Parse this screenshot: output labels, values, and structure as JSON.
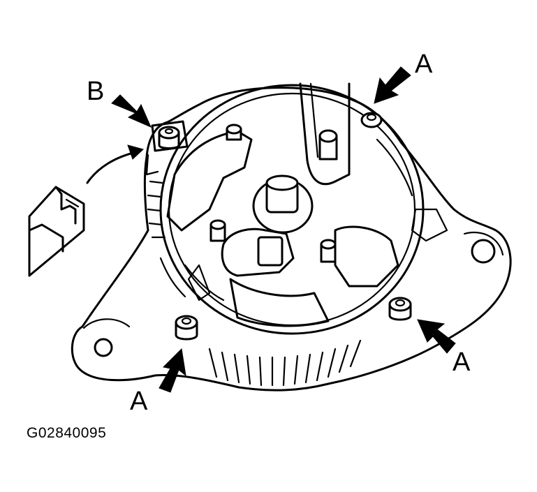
{
  "labels": {
    "a_top_right": "A",
    "a_bottom_left": "A",
    "a_bottom_right": "A",
    "b_top_left": "B"
  },
  "figure_id": "G02840095"
}
